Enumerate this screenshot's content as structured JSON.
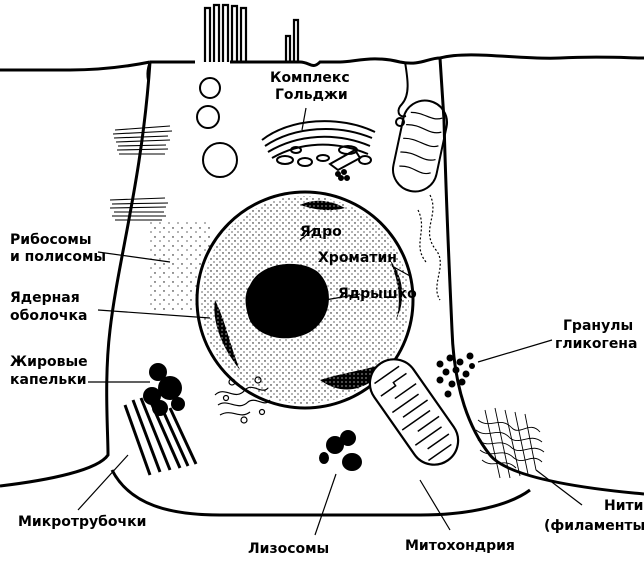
{
  "labels": {
    "golgi_line1": "Комплекс",
    "golgi_line2": "Гольджи",
    "ribosomes_line1": "Рибосомы",
    "ribosomes_line2": "и полисомы",
    "nucleus": "Ядро",
    "chromatin": "Хроматин",
    "nuclear_envelope_line1": "Ядерная",
    "nuclear_envelope_line2": "оболочка",
    "nucleolus": "Ядрышко",
    "glycogen_line1": "Гранулы",
    "glycogen_line2": "гликогена",
    "lipid_line1": "Жировые",
    "lipid_line2": "капельки",
    "microtubules": "Микротрубочки",
    "lysosomes": "Лизосомы",
    "mitochondrion": "Митохондрия",
    "filaments_line1": "Нити",
    "filaments_line2": "(филаменты)"
  },
  "colors": {
    "ink": "#000000",
    "paper": "#ffffff"
  }
}
